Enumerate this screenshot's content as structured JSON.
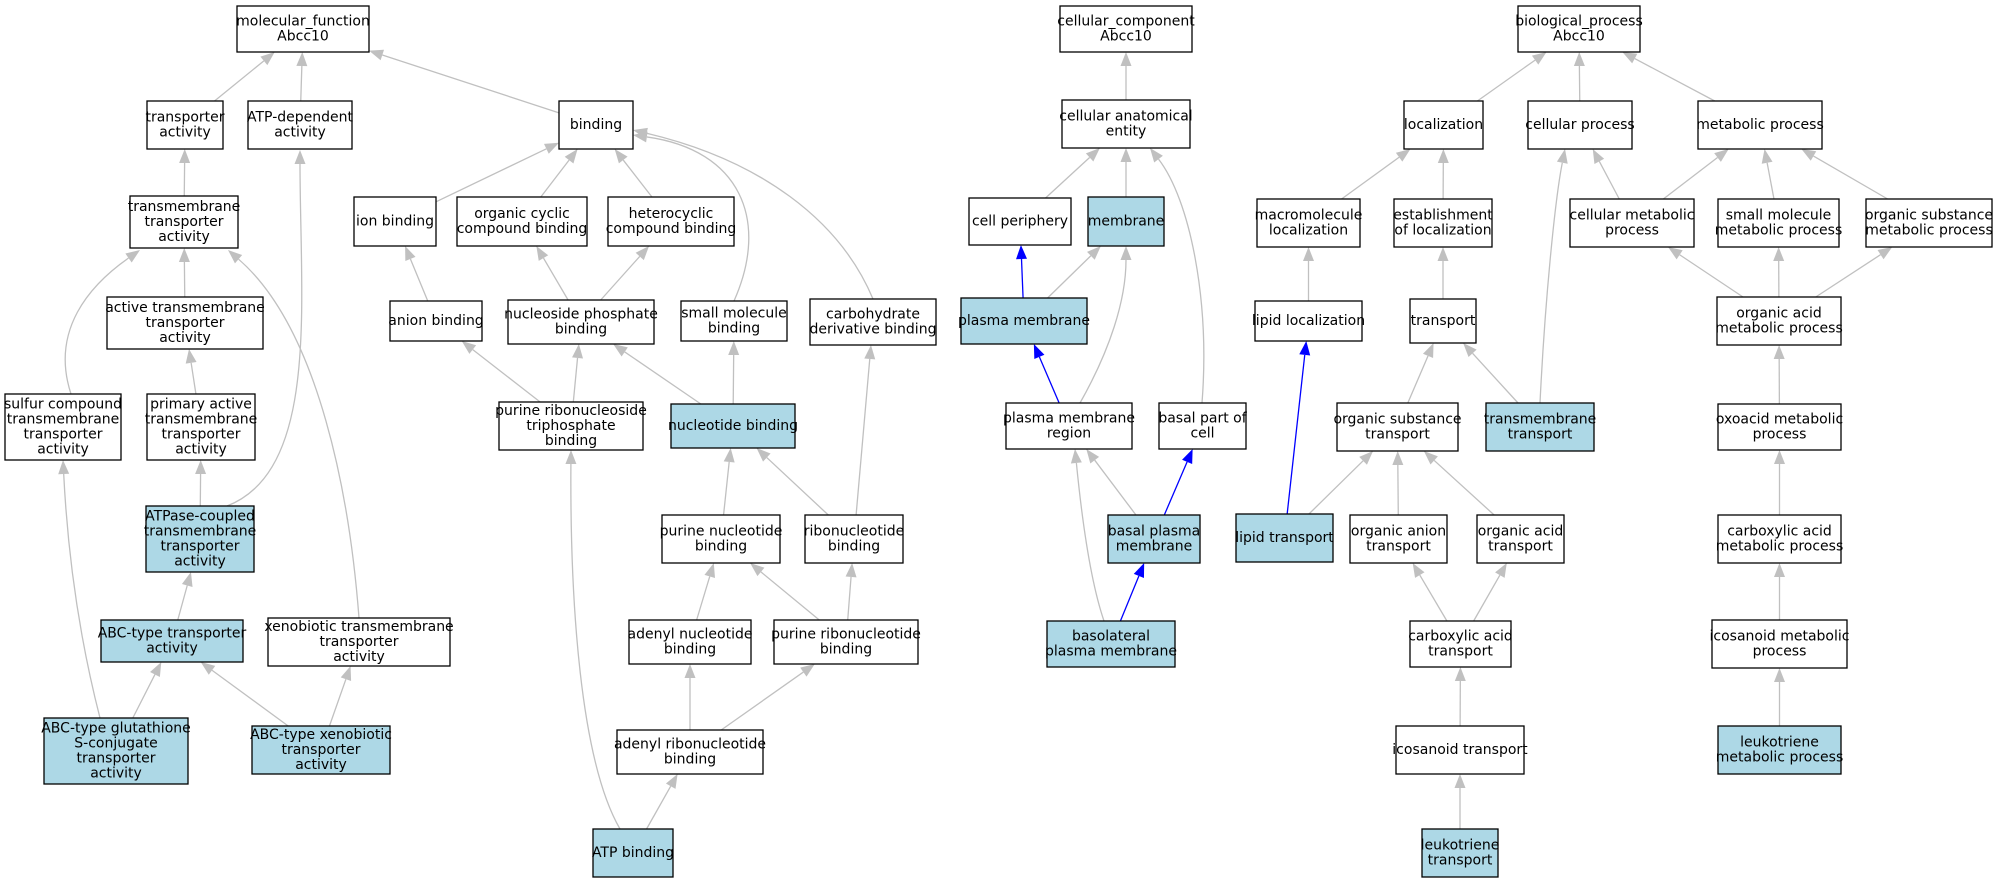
{
  "colors": {
    "node_border": "#000000",
    "node_fill_default": "#ffffff",
    "node_fill_highlight": "#add8e6",
    "edge_grey": "#c0c0c0",
    "edge_blue": "#0000ff"
  },
  "nodes": [
    {
      "id": "mf",
      "lines": [
        "molecular_function",
        "Abcc10"
      ],
      "highlight": false
    },
    {
      "id": "transporter_activity",
      "lines": [
        "transporter",
        "activity"
      ],
      "highlight": false
    },
    {
      "id": "atp_dependent",
      "lines": [
        "ATP-dependent",
        "activity"
      ],
      "highlight": false
    },
    {
      "id": "binding",
      "lines": [
        "binding"
      ],
      "highlight": false
    },
    {
      "id": "tm_transporter",
      "lines": [
        "transmembrane",
        "transporter",
        "activity"
      ],
      "highlight": false
    },
    {
      "id": "ion_binding",
      "lines": [
        "ion binding"
      ],
      "highlight": false
    },
    {
      "id": "organic_cyclic",
      "lines": [
        "organic cyclic",
        "compound binding"
      ],
      "highlight": false
    },
    {
      "id": "heterocyclic",
      "lines": [
        "heterocyclic",
        "compound binding"
      ],
      "highlight": false
    },
    {
      "id": "active_tm",
      "lines": [
        "active transmembrane",
        "transporter",
        "activity"
      ],
      "highlight": false
    },
    {
      "id": "anion_binding",
      "lines": [
        "anion binding"
      ],
      "highlight": false
    },
    {
      "id": "nucleoside_phosphate",
      "lines": [
        "nucleoside phosphate",
        "binding"
      ],
      "highlight": false
    },
    {
      "id": "small_molecule_binding",
      "lines": [
        "small molecule",
        "binding"
      ],
      "highlight": false
    },
    {
      "id": "carbohydrate_deriv",
      "lines": [
        "carbohydrate",
        "derivative binding"
      ],
      "highlight": false
    },
    {
      "id": "sulfur_compound",
      "lines": [
        "sulfur compound",
        "transmembrane",
        "transporter",
        "activity"
      ],
      "highlight": false
    },
    {
      "id": "primary_active",
      "lines": [
        "primary active",
        "transmembrane",
        "transporter",
        "activity"
      ],
      "highlight": false
    },
    {
      "id": "purine_ribonucleoside_tp",
      "lines": [
        "purine ribonucleoside",
        "triphosphate",
        "binding"
      ],
      "highlight": false
    },
    {
      "id": "nucleotide_binding",
      "lines": [
        "nucleotide binding"
      ],
      "highlight": true
    },
    {
      "id": "atpase_coupled",
      "lines": [
        "ATPase-coupled",
        "transmembrane",
        "transporter",
        "activity"
      ],
      "highlight": true
    },
    {
      "id": "purine_nucleotide",
      "lines": [
        "purine nucleotide",
        "binding"
      ],
      "highlight": false
    },
    {
      "id": "ribonucleotide",
      "lines": [
        "ribonucleotide",
        "binding"
      ],
      "highlight": false
    },
    {
      "id": "abc_transporter",
      "lines": [
        "ABC-type transporter",
        "activity"
      ],
      "highlight": true
    },
    {
      "id": "xenobiotic_tm",
      "lines": [
        "xenobiotic transmembrane",
        "transporter",
        "activity"
      ],
      "highlight": false
    },
    {
      "id": "adenyl_nucleotide",
      "lines": [
        "adenyl nucleotide",
        "binding"
      ],
      "highlight": false
    },
    {
      "id": "purine_ribonucleotide",
      "lines": [
        "purine ribonucleotide",
        "binding"
      ],
      "highlight": false
    },
    {
      "id": "abc_glutathione",
      "lines": [
        "ABC-type glutathione",
        "S-conjugate",
        "transporter",
        "activity"
      ],
      "highlight": true
    },
    {
      "id": "abc_xenobiotic",
      "lines": [
        "ABC-type xenobiotic",
        "transporter",
        "activity"
      ],
      "highlight": true
    },
    {
      "id": "adenyl_ribonucleotide",
      "lines": [
        "adenyl ribonucleotide",
        "binding"
      ],
      "highlight": false
    },
    {
      "id": "atp_binding",
      "lines": [
        "ATP binding"
      ],
      "highlight": true
    },
    {
      "id": "cc",
      "lines": [
        "cellular_component",
        "Abcc10"
      ],
      "highlight": false
    },
    {
      "id": "cellular_anatomical",
      "lines": [
        "cellular anatomical",
        "entity"
      ],
      "highlight": false
    },
    {
      "id": "cell_periphery",
      "lines": [
        "cell periphery"
      ],
      "highlight": false
    },
    {
      "id": "membrane",
      "lines": [
        "membrane"
      ],
      "highlight": true
    },
    {
      "id": "plasma_membrane",
      "lines": [
        "plasma membrane"
      ],
      "highlight": true
    },
    {
      "id": "pm_region",
      "lines": [
        "plasma membrane",
        "region"
      ],
      "highlight": false
    },
    {
      "id": "basal_part",
      "lines": [
        "basal part of",
        "cell"
      ],
      "highlight": false
    },
    {
      "id": "basal_pm",
      "lines": [
        "basal plasma",
        "membrane"
      ],
      "highlight": true
    },
    {
      "id": "basolateral_pm",
      "lines": [
        "basolateral",
        "plasma membrane"
      ],
      "highlight": true
    },
    {
      "id": "bp",
      "lines": [
        "biological_process",
        "Abcc10"
      ],
      "highlight": false
    },
    {
      "id": "localization",
      "lines": [
        "localization"
      ],
      "highlight": false
    },
    {
      "id": "cellular_process",
      "lines": [
        "cellular process"
      ],
      "highlight": false
    },
    {
      "id": "metabolic_process",
      "lines": [
        "metabolic process"
      ],
      "highlight": false
    },
    {
      "id": "macromolecule_loc",
      "lines": [
        "macromolecule",
        "localization"
      ],
      "highlight": false
    },
    {
      "id": "establishment_loc",
      "lines": [
        "establishment",
        "of localization"
      ],
      "highlight": false
    },
    {
      "id": "cellular_metabolic",
      "lines": [
        "cellular metabolic",
        "process"
      ],
      "highlight": false
    },
    {
      "id": "small_molecule_metabolic",
      "lines": [
        "small molecule",
        "metabolic process"
      ],
      "highlight": false
    },
    {
      "id": "organic_substance_metabolic",
      "lines": [
        "organic substance",
        "metabolic process"
      ],
      "highlight": false
    },
    {
      "id": "lipid_localization",
      "lines": [
        "lipid localization"
      ],
      "highlight": false
    },
    {
      "id": "transport",
      "lines": [
        "transport"
      ],
      "highlight": false
    },
    {
      "id": "organic_acid_metabolic",
      "lines": [
        "organic acid",
        "metabolic process"
      ],
      "highlight": false
    },
    {
      "id": "organic_substance_transport",
      "lines": [
        "organic substance",
        "transport"
      ],
      "highlight": false
    },
    {
      "id": "tm_transport",
      "lines": [
        "transmembrane",
        "transport"
      ],
      "highlight": true
    },
    {
      "id": "oxoacid_metabolic",
      "lines": [
        "oxoacid metabolic",
        "process"
      ],
      "highlight": false
    },
    {
      "id": "lipid_transport",
      "lines": [
        "lipid transport"
      ],
      "highlight": true
    },
    {
      "id": "organic_anion_transport",
      "lines": [
        "organic anion",
        "transport"
      ],
      "highlight": false
    },
    {
      "id": "organic_acid_transport",
      "lines": [
        "organic acid",
        "transport"
      ],
      "highlight": false
    },
    {
      "id": "carboxylic_acid_metabolic",
      "lines": [
        "carboxylic acid",
        "metabolic process"
      ],
      "highlight": false
    },
    {
      "id": "carboxylic_acid_transport",
      "lines": [
        "carboxylic acid",
        "transport"
      ],
      "highlight": false
    },
    {
      "id": "icosanoid_metabolic",
      "lines": [
        "icosanoid metabolic",
        "process"
      ],
      "highlight": false
    },
    {
      "id": "icosanoid_transport",
      "lines": [
        "icosanoid transport"
      ],
      "highlight": false
    },
    {
      "id": "leukotriene_metabolic",
      "lines": [
        "leukotriene",
        "metabolic process"
      ],
      "highlight": true
    },
    {
      "id": "leukotriene_transport",
      "lines": [
        "leukotriene",
        "transport"
      ],
      "highlight": true
    }
  ],
  "edges": [
    {
      "from": "transporter_activity",
      "to": "mf",
      "color": "grey"
    },
    {
      "from": "atp_dependent",
      "to": "mf",
      "color": "grey"
    },
    {
      "from": "binding",
      "to": "mf",
      "color": "grey"
    },
    {
      "from": "tm_transporter",
      "to": "transporter_activity",
      "color": "grey"
    },
    {
      "from": "active_tm",
      "to": "tm_transporter",
      "color": "grey"
    },
    {
      "from": "sulfur_compound",
      "to": "tm_transporter",
      "color": "grey"
    },
    {
      "from": "xenobiotic_tm",
      "to": "tm_transporter",
      "color": "grey"
    },
    {
      "from": "primary_active",
      "to": "active_tm",
      "color": "grey"
    },
    {
      "from": "atpase_coupled",
      "to": "primary_active",
      "color": "grey"
    },
    {
      "from": "atpase_coupled",
      "to": "atp_dependent",
      "color": "grey"
    },
    {
      "from": "abc_transporter",
      "to": "atpase_coupled",
      "color": "grey"
    },
    {
      "from": "abc_glutathione",
      "to": "abc_transporter",
      "color": "grey"
    },
    {
      "from": "abc_glutathione",
      "to": "sulfur_compound",
      "color": "grey"
    },
    {
      "from": "abc_xenobiotic",
      "to": "abc_transporter",
      "color": "grey"
    },
    {
      "from": "abc_xenobiotic",
      "to": "xenobiotic_tm",
      "color": "grey"
    },
    {
      "from": "ion_binding",
      "to": "binding",
      "color": "grey"
    },
    {
      "from": "organic_cyclic",
      "to": "binding",
      "color": "grey"
    },
    {
      "from": "heterocyclic",
      "to": "binding",
      "color": "grey"
    },
    {
      "from": "small_molecule_binding",
      "to": "binding",
      "color": "grey"
    },
    {
      "from": "carbohydrate_deriv",
      "to": "binding",
      "color": "grey"
    },
    {
      "from": "anion_binding",
      "to": "ion_binding",
      "color": "grey"
    },
    {
      "from": "nucleoside_phosphate",
      "to": "organic_cyclic",
      "color": "grey"
    },
    {
      "from": "nucleoside_phosphate",
      "to": "heterocyclic",
      "color": "grey"
    },
    {
      "from": "purine_ribonucleoside_tp",
      "to": "anion_binding",
      "color": "grey"
    },
    {
      "from": "purine_ribonucleoside_tp",
      "to": "nucleoside_phosphate",
      "color": "grey"
    },
    {
      "from": "nucleotide_binding",
      "to": "nucleoside_phosphate",
      "color": "grey"
    },
    {
      "from": "nucleotide_binding",
      "to": "small_molecule_binding",
      "color": "grey"
    },
    {
      "from": "purine_nucleotide",
      "to": "nucleotide_binding",
      "color": "grey"
    },
    {
      "from": "ribonucleotide",
      "to": "nucleotide_binding",
      "color": "grey"
    },
    {
      "from": "ribonucleotide",
      "to": "carbohydrate_deriv",
      "color": "grey"
    },
    {
      "from": "adenyl_nucleotide",
      "to": "purine_nucleotide",
      "color": "grey"
    },
    {
      "from": "purine_ribonucleotide",
      "to": "purine_nucleotide",
      "color": "grey"
    },
    {
      "from": "purine_ribonucleotide",
      "to": "ribonucleotide",
      "color": "grey"
    },
    {
      "from": "adenyl_ribonucleotide",
      "to": "adenyl_nucleotide",
      "color": "grey"
    },
    {
      "from": "adenyl_ribonucleotide",
      "to": "purine_ribonucleotide",
      "color": "grey"
    },
    {
      "from": "atp_binding",
      "to": "adenyl_ribonucleotide",
      "color": "grey"
    },
    {
      "from": "atp_binding",
      "to": "purine_ribonucleoside_tp",
      "color": "grey"
    },
    {
      "from": "cellular_anatomical",
      "to": "cc",
      "color": "grey"
    },
    {
      "from": "cell_periphery",
      "to": "cellular_anatomical",
      "color": "grey"
    },
    {
      "from": "membrane",
      "to": "cellular_anatomical",
      "color": "grey"
    },
    {
      "from": "basal_part",
      "to": "cellular_anatomical",
      "color": "grey"
    },
    {
      "from": "plasma_membrane",
      "to": "cell_periphery",
      "color": "blue"
    },
    {
      "from": "plasma_membrane",
      "to": "membrane",
      "color": "grey"
    },
    {
      "from": "pm_region",
      "to": "plasma_membrane",
      "color": "blue"
    },
    {
      "from": "pm_region",
      "to": "membrane",
      "color": "grey"
    },
    {
      "from": "basal_pm",
      "to": "pm_region",
      "color": "grey"
    },
    {
      "from": "basal_pm",
      "to": "basal_part",
      "color": "blue"
    },
    {
      "from": "basolateral_pm",
      "to": "basal_pm",
      "color": "blue"
    },
    {
      "from": "basolateral_pm",
      "to": "pm_region",
      "color": "grey"
    },
    {
      "from": "localization",
      "to": "bp",
      "color": "grey"
    },
    {
      "from": "cellular_process",
      "to": "bp",
      "color": "grey"
    },
    {
      "from": "metabolic_process",
      "to": "bp",
      "color": "grey"
    },
    {
      "from": "macromolecule_loc",
      "to": "localization",
      "color": "grey"
    },
    {
      "from": "establishment_loc",
      "to": "localization",
      "color": "grey"
    },
    {
      "from": "lipid_localization",
      "to": "macromolecule_loc",
      "color": "grey"
    },
    {
      "from": "transport",
      "to": "establishment_loc",
      "color": "grey"
    },
    {
      "from": "lipid_transport",
      "to": "lipid_localization",
      "color": "blue"
    },
    {
      "from": "lipid_transport",
      "to": "organic_substance_transport",
      "color": "grey"
    },
    {
      "from": "organic_substance_transport",
      "to": "transport",
      "color": "grey"
    },
    {
      "from": "tm_transport",
      "to": "transport",
      "color": "grey"
    },
    {
      "from": "tm_transport",
      "to": "cellular_process",
      "color": "grey"
    },
    {
      "from": "organic_anion_transport",
      "to": "organic_substance_transport",
      "color": "grey"
    },
    {
      "from": "organic_acid_transport",
      "to": "organic_substance_transport",
      "color": "grey"
    },
    {
      "from": "carboxylic_acid_transport",
      "to": "organic_anion_transport",
      "color": "grey"
    },
    {
      "from": "carboxylic_acid_transport",
      "to": "organic_acid_transport",
      "color": "grey"
    },
    {
      "from": "icosanoid_transport",
      "to": "carboxylic_acid_transport",
      "color": "grey"
    },
    {
      "from": "leukotriene_transport",
      "to": "icosanoid_transport",
      "color": "grey"
    },
    {
      "from": "cellular_metabolic",
      "to": "cellular_process",
      "color": "grey"
    },
    {
      "from": "cellular_metabolic",
      "to": "metabolic_process",
      "color": "grey"
    },
    {
      "from": "small_molecule_metabolic",
      "to": "metabolic_process",
      "color": "grey"
    },
    {
      "from": "organic_substance_metabolic",
      "to": "metabolic_process",
      "color": "grey"
    },
    {
      "from": "organic_acid_metabolic",
      "to": "cellular_metabolic",
      "color": "grey"
    },
    {
      "from": "organic_acid_metabolic",
      "to": "small_molecule_metabolic",
      "color": "grey"
    },
    {
      "from": "organic_acid_metabolic",
      "to": "organic_substance_metabolic",
      "color": "grey"
    },
    {
      "from": "oxoacid_metabolic",
      "to": "organic_acid_metabolic",
      "color": "grey"
    },
    {
      "from": "carboxylic_acid_metabolic",
      "to": "oxoacid_metabolic",
      "color": "grey"
    },
    {
      "from": "icosanoid_metabolic",
      "to": "carboxylic_acid_metabolic",
      "color": "grey"
    },
    {
      "from": "leukotriene_metabolic",
      "to": "icosanoid_metabolic",
      "color": "grey"
    }
  ]
}
